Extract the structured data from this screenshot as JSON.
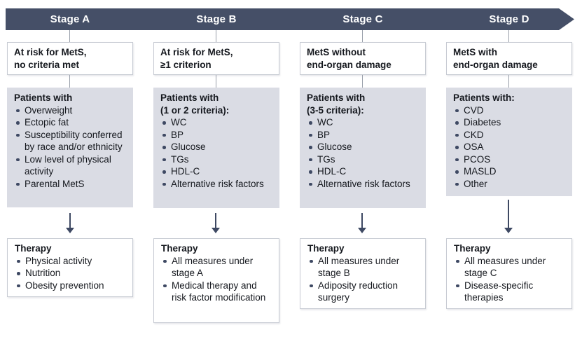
{
  "banner": {
    "stages": [
      "Stage A",
      "Stage B",
      "Stage C",
      "Stage D"
    ]
  },
  "columns": [
    {
      "criteria_text": "At risk for MetS,\nno criteria met",
      "patients_header": "Patients with",
      "patients_items": [
        "Overweight",
        "Ectopic fat",
        "Susceptibility conferred by race and/or ethnicity",
        "Low level of physical activity",
        "Parental MetS"
      ],
      "therapy_header": "Therapy",
      "therapy_items": [
        "Physical activity",
        "Nutrition",
        "Obesity prevention"
      ]
    },
    {
      "criteria_text": "At risk for MetS,\n≥1 criterion",
      "patients_header": "Patients with\n(1 or 2 criteria):",
      "patients_items": [
        "WC",
        "BP",
        "Glucose",
        "TGs",
        "HDL-C",
        "Alternative risk factors"
      ],
      "therapy_header": "Therapy",
      "therapy_items": [
        "All measures under stage A",
        "Medical therapy and risk factor modification"
      ]
    },
    {
      "criteria_text": "MetS without\nend-organ damage",
      "patients_header": "Patients with\n(3-5 criteria):",
      "patients_items": [
        "WC",
        "BP",
        "Glucose",
        "TGs",
        "HDL-C",
        "Alternative risk factors"
      ],
      "therapy_header": "Therapy",
      "therapy_items": [
        "All measures under stage B",
        "Adiposity reduction surgery"
      ]
    },
    {
      "criteria_text": "MetS with\nend-organ damage",
      "patients_header": "Patients with:",
      "patients_items": [
        "CVD",
        "Diabetes",
        "CKD",
        "OSA",
        "PCOS",
        "MASLD",
        "Other"
      ],
      "therapy_header": "Therapy",
      "therapy_items": [
        "All measures under stage C",
        "Disease-specific therapies"
      ]
    }
  ],
  "colors": {
    "banner": "#454f67",
    "accent": "#3e4963",
    "patients_bg": "#dadce4",
    "box_border": "#c7cbd3",
    "text": "#15181e"
  }
}
